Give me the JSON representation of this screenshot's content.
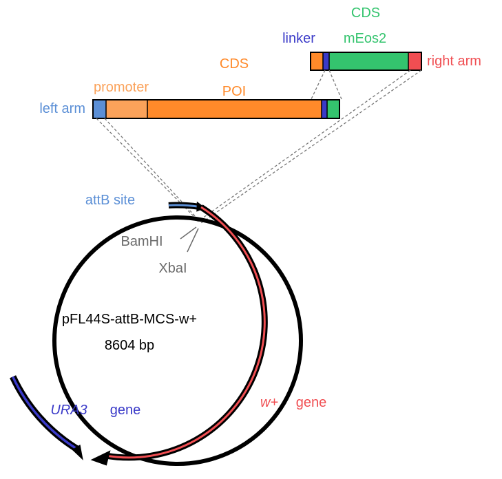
{
  "labels": {
    "cds_top": "CDS",
    "linker": "linker",
    "meos2": "mEos2",
    "right_arm": "right arm",
    "promoter": "promoter",
    "cds_mid": "CDS",
    "poi": "POI",
    "left_arm": "left arm",
    "attb_site": "attB site",
    "bamhi": "BamHI",
    "xbai": "XbaI",
    "plasmid_name": "pFL44S-attB-MCS-w+",
    "plasmid_size": "8604 bp",
    "ura3": "URA3",
    "ura3_gene": "gene",
    "w_plus": "w+",
    "w_gene": "gene"
  },
  "colors": {
    "left_arm": "#5b8fd6",
    "promoter": "#fba25a",
    "cds": "#ff8a2a",
    "linker": "#3a3ac8",
    "meos2": "#34c46e",
    "right_arm": "#f04e52",
    "restriction_site": "#6b6b6b",
    "ura3": "#3a3ac8",
    "w_plus": "#f04e52"
  }
}
